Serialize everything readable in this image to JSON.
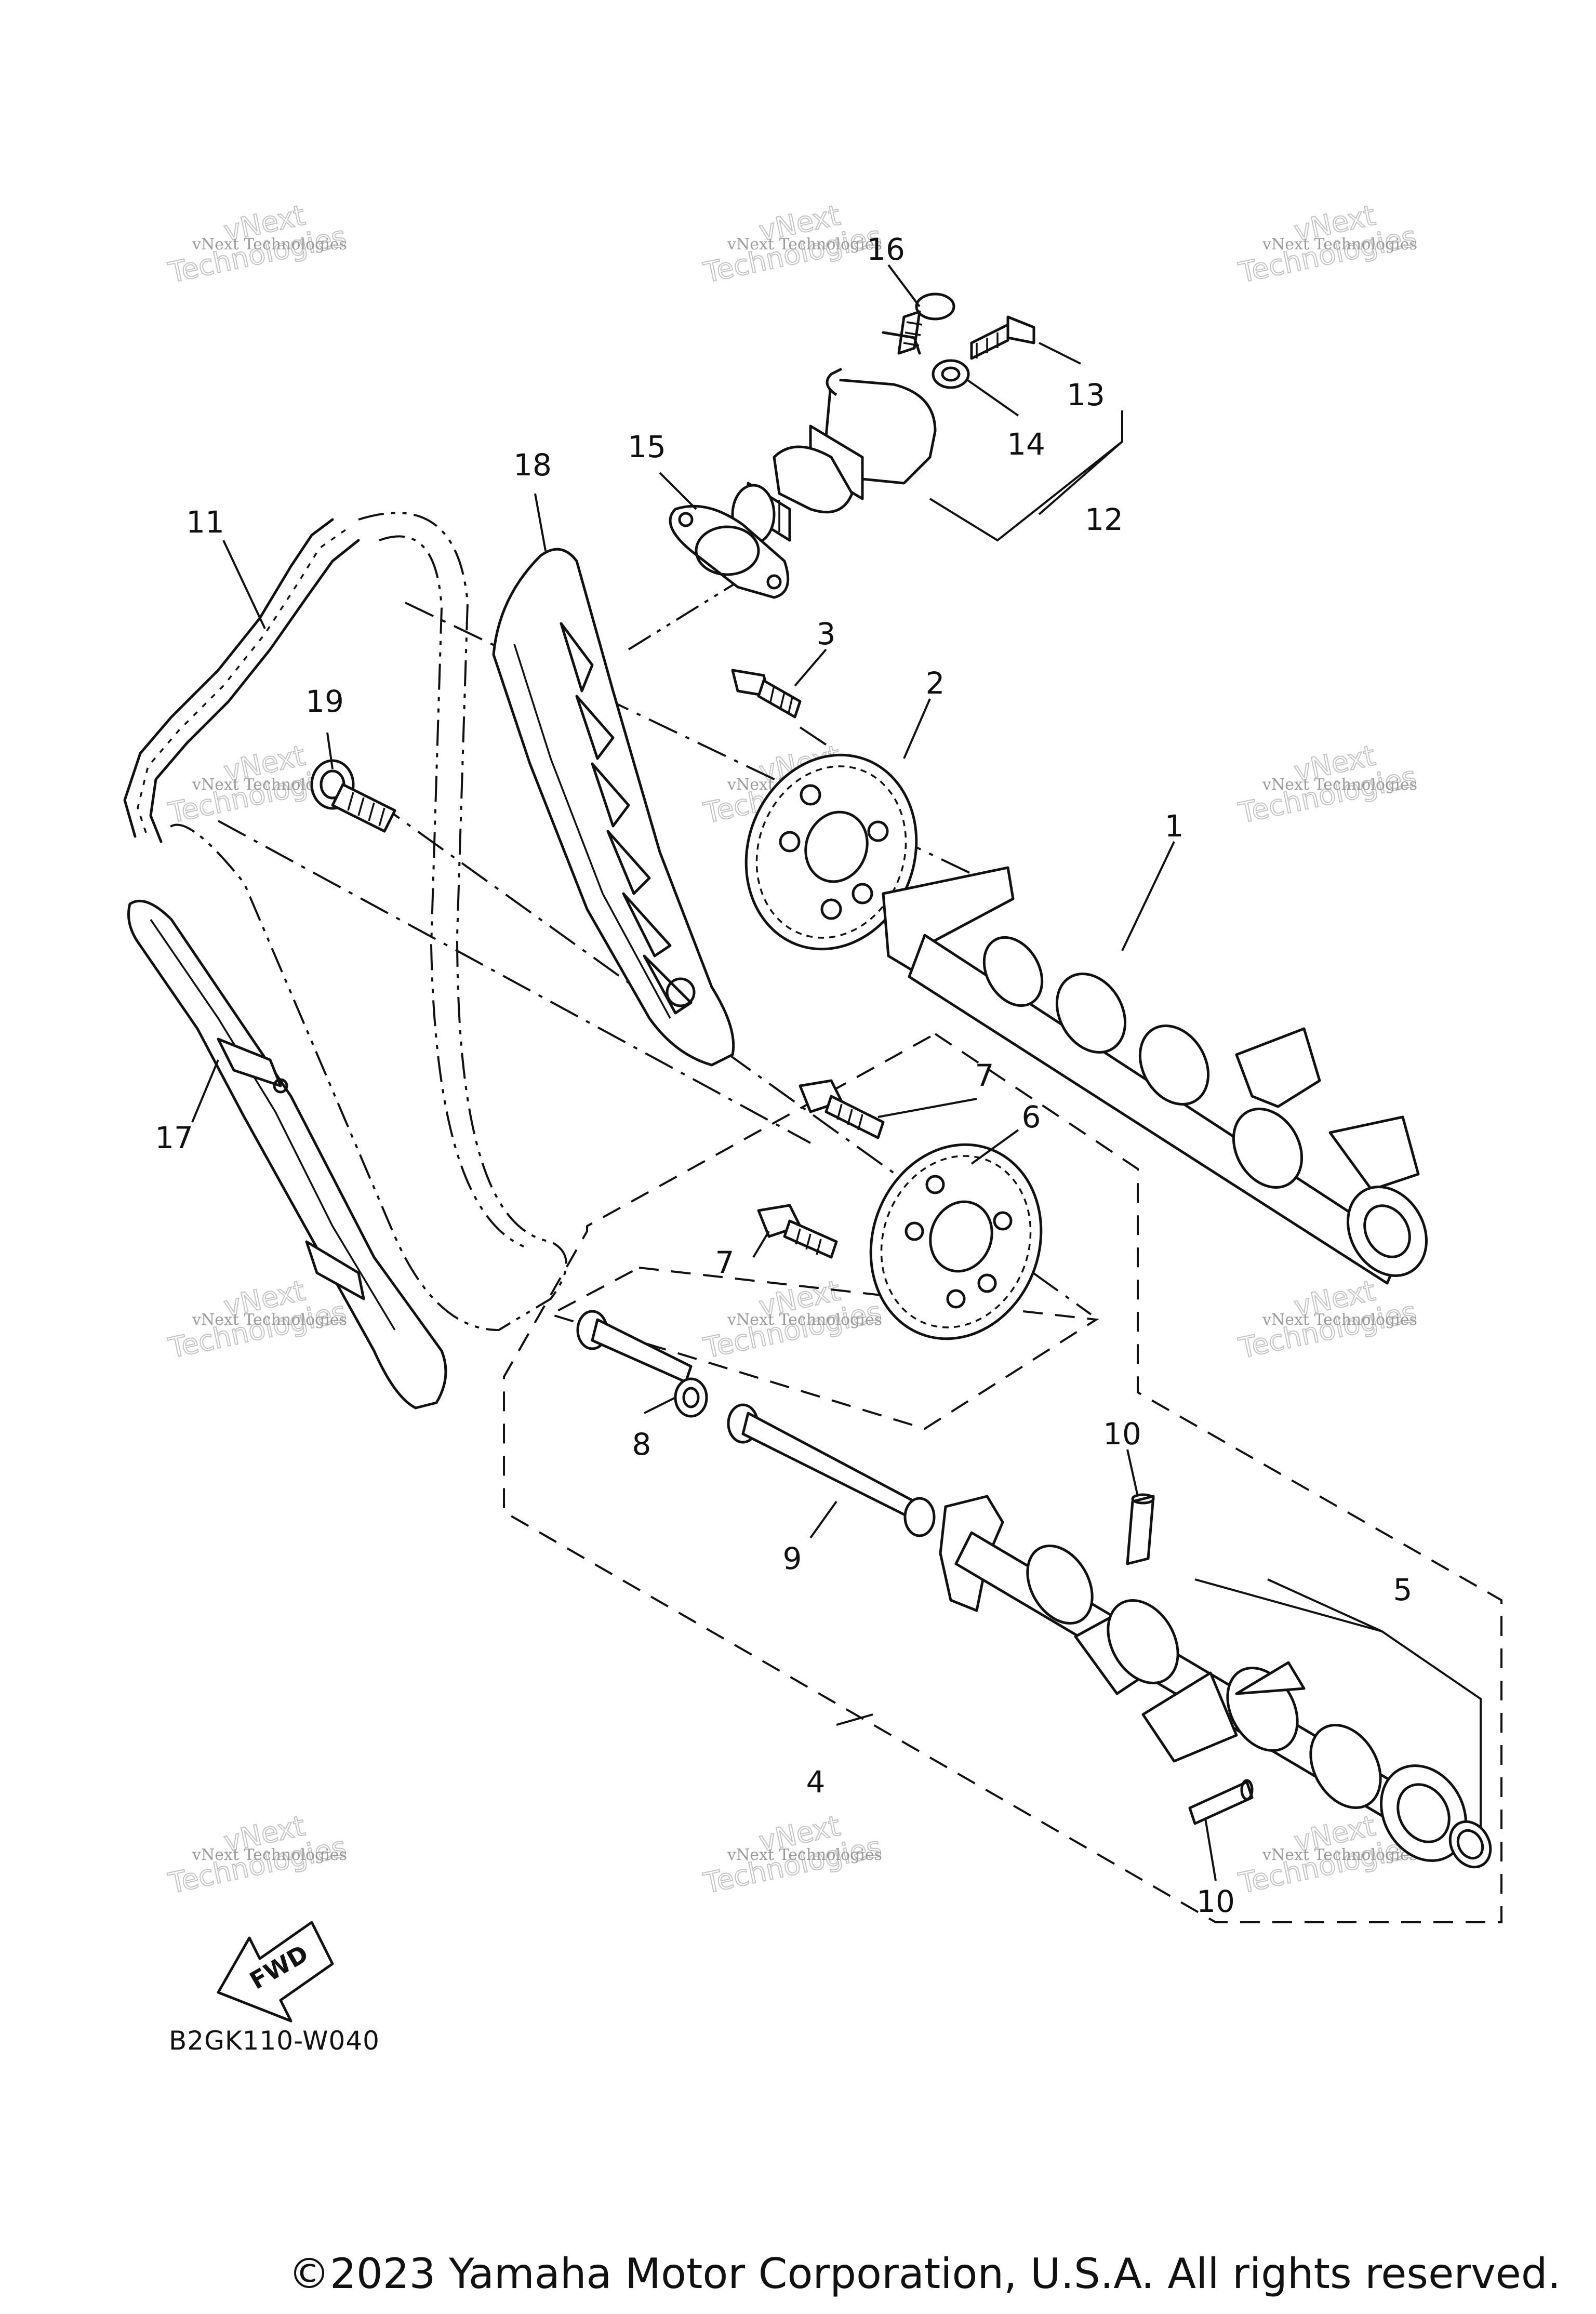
{
  "diagram": {
    "callouts": {
      "c1": "1",
      "c2": "2",
      "c3": "3",
      "c4": "4",
      "c5": "5",
      "c6": "6",
      "c7a": "7",
      "c7b": "7",
      "c8": "8",
      "c9": "9",
      "c10a": "10",
      "c10b": "10",
      "c11": "11",
      "c12": "12",
      "c13": "13",
      "c14": "14",
      "c15": "15",
      "c16": "16",
      "c17": "17",
      "c18": "18",
      "c19": "19"
    },
    "direction_label": "FWD",
    "drawing_code": "B2GK110-W040"
  },
  "watermark": {
    "line1": "vNext Technologies",
    "line2a": "vNext",
    "line2b": "Technologies"
  },
  "footer": {
    "copyright": "©2023 Yamaha Motor Corporation, U.S.A. All rights reserved."
  },
  "colors": {
    "line": "#111111",
    "watermark": "#9a9a9a",
    "background": "#ffffff"
  }
}
